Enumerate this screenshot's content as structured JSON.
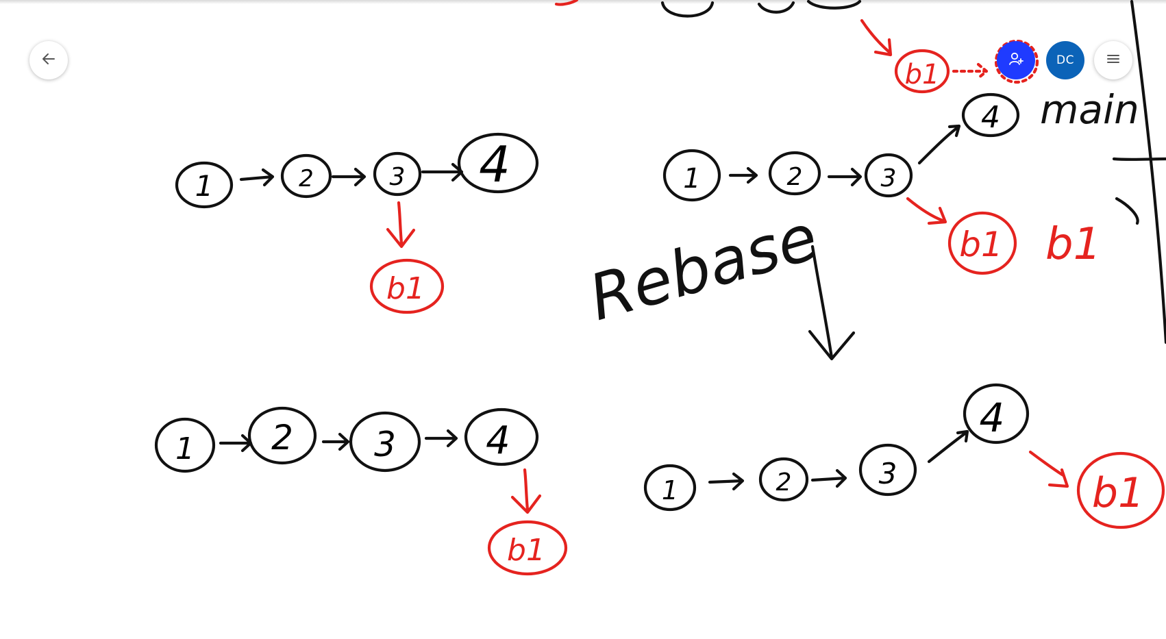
{
  "toolbar": {
    "back_icon": "arrow-left-icon",
    "share_icon": "add-person-icon",
    "avatar_initials": "DC",
    "menu_icon": "hamburger-menu-icon"
  },
  "colors": {
    "ink": "#111111",
    "red_ink": "#e5231f",
    "share_button": "#1f3bff",
    "avatar_bg": "#0b63b8"
  },
  "whiteboard": {
    "top_left_diagram": {
      "main_nodes": [
        "1",
        "2",
        "3",
        "4"
      ],
      "branch_node": "b1"
    },
    "top_right_diagram": {
      "main_nodes": [
        "1",
        "2",
        "3",
        "4"
      ],
      "branch_node": "b1",
      "label_main": "main",
      "label_branch": "b1",
      "partial_branch_node": "b1"
    },
    "rebase_label": "Rebase",
    "bottom_left_diagram": {
      "main_nodes": [
        "1",
        "2",
        "3",
        "4"
      ],
      "branch_node": "b1"
    },
    "bottom_right_diagram": {
      "main_nodes": [
        "1",
        "2",
        "3",
        "4"
      ],
      "branch_node": "b1"
    }
  }
}
